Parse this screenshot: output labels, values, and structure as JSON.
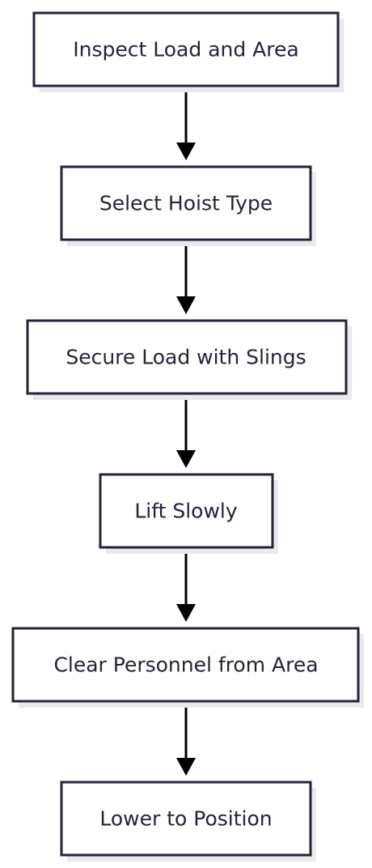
{
  "diagram": {
    "type": "flowchart",
    "direction": "top-to-bottom",
    "colors": {
      "node_border": "#25233a",
      "node_fill": "#ffffff",
      "node_text": "#25233a",
      "node_shadow": "#e9e9ee",
      "arrow": "#000000"
    },
    "nodes": [
      {
        "id": "inspect",
        "label": "Inspect Load and Area"
      },
      {
        "id": "select",
        "label": "Select Hoist Type"
      },
      {
        "id": "secure",
        "label": "Secure Load with Slings"
      },
      {
        "id": "lift",
        "label": "Lift Slowly"
      },
      {
        "id": "clear",
        "label": "Clear Personnel from Area"
      },
      {
        "id": "lower",
        "label": "Lower to Position"
      }
    ],
    "edges": [
      {
        "from": "inspect",
        "to": "select"
      },
      {
        "from": "select",
        "to": "secure"
      },
      {
        "from": "secure",
        "to": "lift"
      },
      {
        "from": "lift",
        "to": "clear"
      },
      {
        "from": "clear",
        "to": "lower"
      }
    ]
  }
}
